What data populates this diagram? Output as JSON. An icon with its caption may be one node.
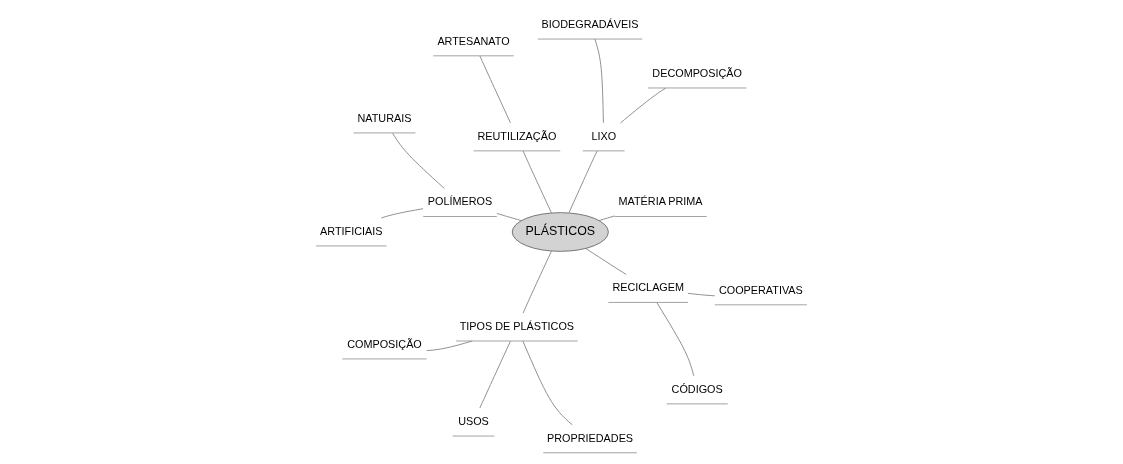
{
  "diagram": {
    "nodes": [
      {
        "text": [
          "PLÁSTICOS"
        ]
      },
      {
        "text": [
          "MATÉRIA PRIMA"
        ]
      },
      {
        "text": [
          "LIXO"
        ]
      },
      {
        "text": [
          "DECOMPOSIÇÃO"
        ]
      },
      {
        "text": [
          "BIODEGRADÁVEIS"
        ]
      },
      {
        "text": [
          "REUTILIZAÇÃO"
        ]
      },
      {
        "text": [
          "ARTESANATO"
        ]
      },
      {
        "text": [
          "POLÍMEROS"
        ]
      },
      {
        "text": [
          "NATURAIS"
        ]
      },
      {
        "text": [
          "ARTIFICIAIS"
        ]
      },
      {
        "text": [
          "TIPOS DE PLÁSTICOS"
        ]
      },
      {
        "text": [
          "COMPOSIÇÃO"
        ]
      },
      {
        "text": [
          "USOS"
        ]
      },
      {
        "text": [
          "PROPRIEDADES"
        ]
      },
      {
        "text": [
          "RECICLAGEM"
        ]
      },
      {
        "text": [
          "CÓDIGOS"
        ]
      },
      {
        "text": [
          "COOPERATIVAS"
        ]
      }
    ],
    "edges": [
      {
        "from": 0,
        "to": 1,
        "arrow": "none"
      },
      {
        "from": 0,
        "to": 2,
        "arrow": "none"
      },
      {
        "from": 2,
        "to": 3,
        "arrow": "none"
      },
      {
        "from": 2,
        "to": 4,
        "arrow": "none"
      },
      {
        "from": 0,
        "to": 5,
        "arrow": "none"
      },
      {
        "from": 5,
        "to": 6,
        "arrow": "none"
      },
      {
        "from": 0,
        "to": 7,
        "arrow": "none"
      },
      {
        "from": 7,
        "to": 8,
        "arrow": "none"
      },
      {
        "from": 7,
        "to": 9,
        "arrow": "none"
      },
      {
        "from": 0,
        "to": 10,
        "arrow": "none"
      },
      {
        "from": 10,
        "to": 11,
        "arrow": "none"
      },
      {
        "from": 10,
        "to": 12,
        "arrow": "none"
      },
      {
        "from": 10,
        "to": 13,
        "arrow": "none"
      },
      {
        "from": 0,
        "to": 14,
        "arrow": "none"
      },
      {
        "from": 14,
        "to": 15,
        "arrow": "none"
      },
      {
        "from": 14,
        "to": 16,
        "arrow": "none"
      }
    ]
  }
}
